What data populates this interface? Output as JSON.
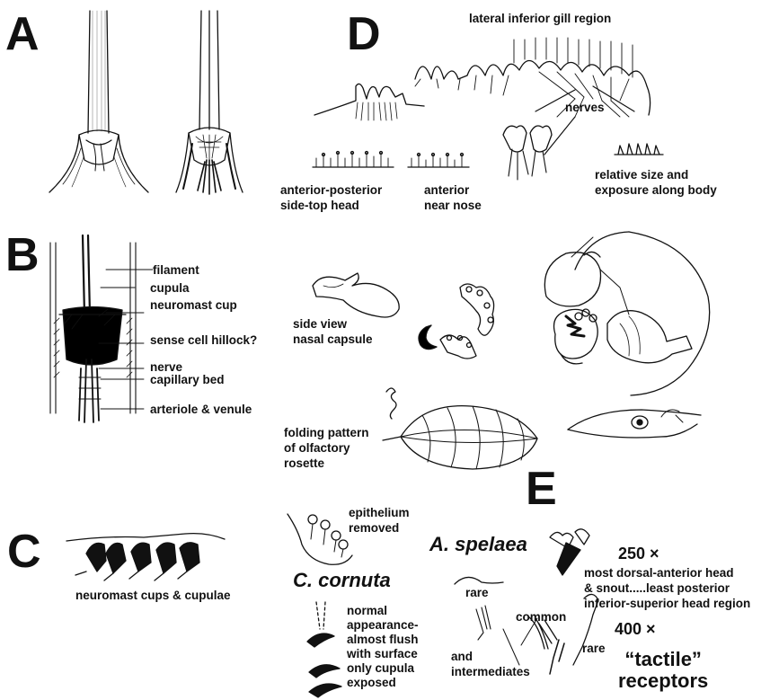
{
  "panels": {
    "a": {
      "letter": "A"
    },
    "b": {
      "letter": "B",
      "labels": {
        "filament": "filament",
        "cupula": "cupula",
        "neuromast_cup": "neuromast cup",
        "sense_cell_hillock": "sense cell hillock?",
        "nerve": "nerve",
        "capillary_bed": "capillary bed",
        "arteriole_venule": "arteriole & venule"
      }
    },
    "c": {
      "letter": "C",
      "caption": "neuromast cups & cupulae",
      "epithelium_removed": "epithelium\nremoved"
    },
    "d": {
      "letter": "D",
      "lateral_inferior_gill_region": "lateral inferior gill region",
      "nerves": "nerves",
      "relative_size": "relative size and\nexposure along body",
      "anterior_posterior": "anterior-posterior\nside-top head",
      "anterior_near_nose": "anterior\nnear nose",
      "side_view_nasal_capsule": "side view\nnasal capsule",
      "folding_pattern": "folding pattern\nof olfactory\nrosette"
    },
    "e": {
      "letter": "E",
      "species_a": "A. spelaea",
      "species_c": "C. cornuta",
      "mag_250": "250 ×",
      "mag_400": "400 ×",
      "most_dorsal": "most dorsal-anterior head\n& snout.....least posterior\ninferior-superior head region",
      "rare_1": "rare",
      "common": "common",
      "and_intermediates": "and\nintermediates",
      "rare_2": "rare",
      "tactile_receptors": "“tactile”\nreceptors",
      "normal_appearance": "normal\nappearance-\nalmost flush\nwith surface\nonly cupula\nexposed"
    }
  },
  "colors": {
    "ink": "#111111",
    "background": "#ffffff"
  }
}
